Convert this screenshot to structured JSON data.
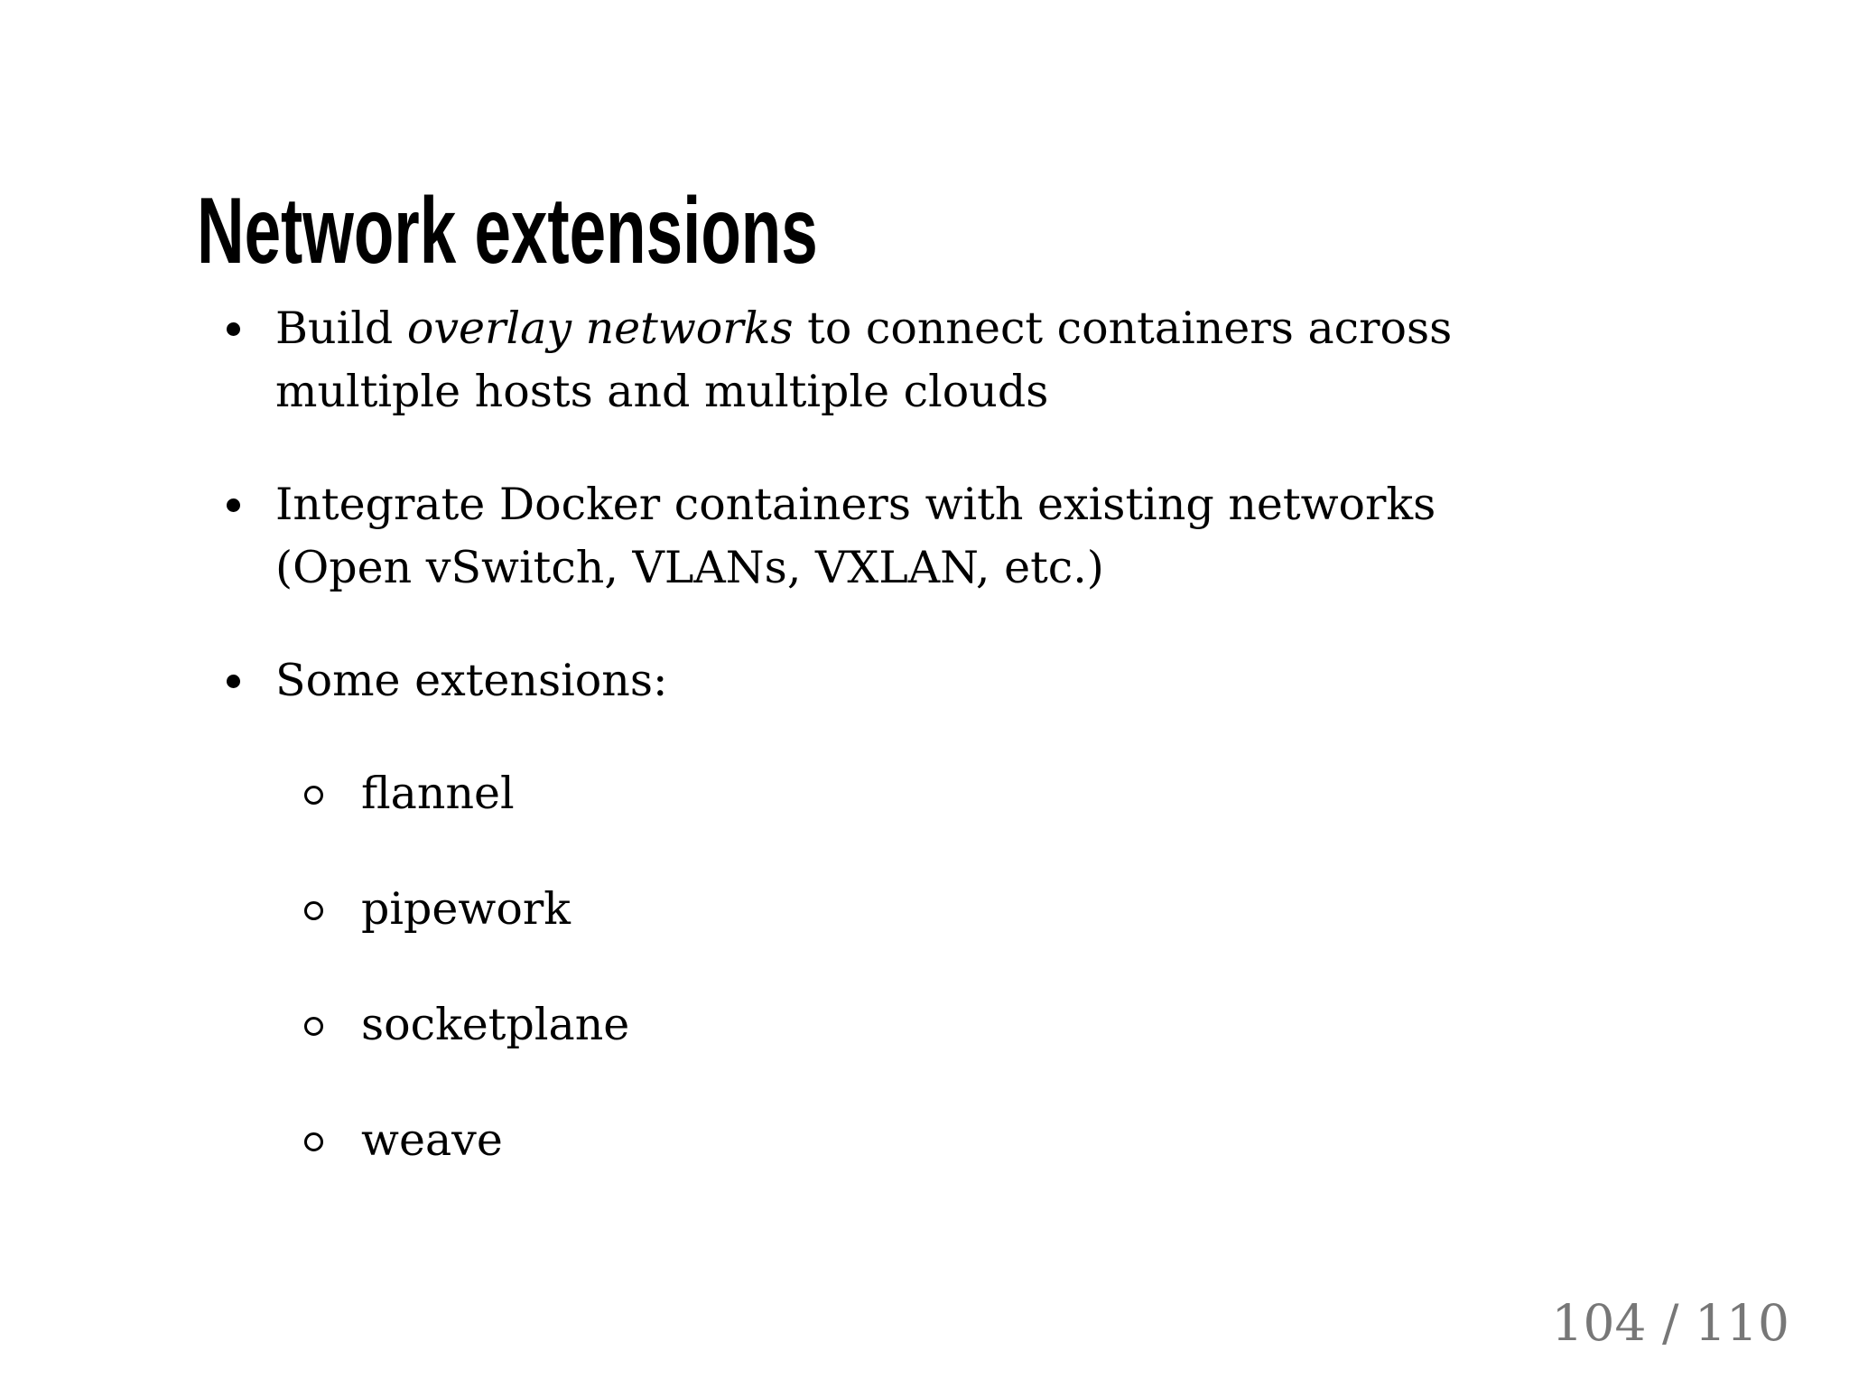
{
  "slide": {
    "title": "Network extensions",
    "bullets": [
      {
        "runs": [
          {
            "text": "Build ",
            "style": "normal"
          },
          {
            "text": "overlay networks",
            "style": "italic"
          },
          {
            "text": " to connect containers across multiple hosts and multiple clouds",
            "style": "normal"
          }
        ]
      },
      {
        "runs": [
          {
            "text": "Integrate Docker containers with existing networks (Open vSwitch, VLANs, VXLAN, etc.)",
            "style": "normal"
          }
        ]
      },
      {
        "runs": [
          {
            "text": "Some extensions:",
            "style": "normal"
          }
        ],
        "sub_items": [
          "flannel",
          "pipework",
          "socketplane",
          "weave"
        ]
      }
    ],
    "page_indicator": "104 / 110"
  },
  "colors": {
    "background": "#ffffff",
    "text": "#000000",
    "title": "#000000",
    "page_indicator": "#777777"
  }
}
